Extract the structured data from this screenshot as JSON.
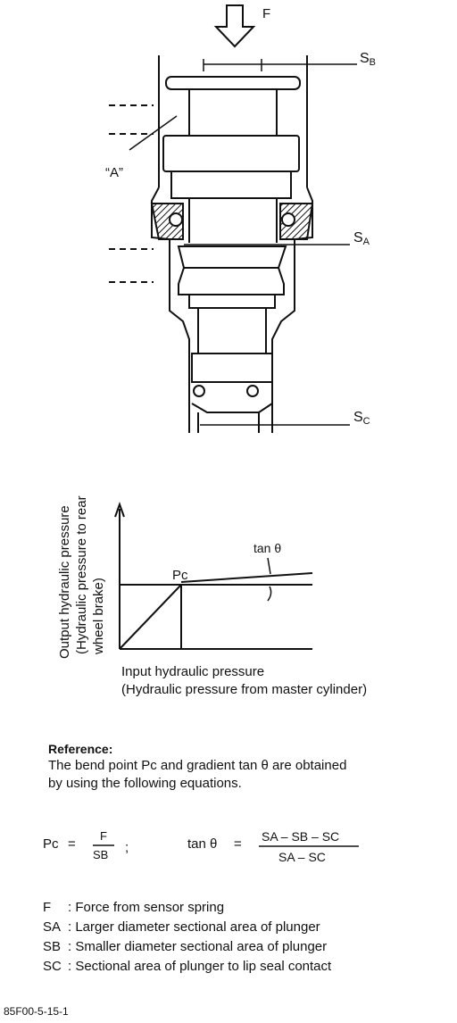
{
  "diagram": {
    "force_label": "F",
    "sb_label": "S",
    "sb_sub": "B",
    "sa_label": "S",
    "sa_sub": "A",
    "sc_label": "S",
    "sc_sub": "C",
    "part_a_label": "“A”"
  },
  "graph": {
    "ylabel_line1": "Output hydraulic pressure",
    "ylabel_line2": "(Hydraulic pressure to rear",
    "ylabel_line3": "wheel brake)",
    "xlabel_line1": "Input hydraulic pressure",
    "xlabel_line2": "(Hydraulic pressure from master cylinder)",
    "pc_label": "Pc",
    "tan_label": "tan θ"
  },
  "reference": {
    "title": "Reference:",
    "line1": "The bend point Pc and gradient tan θ are obtained",
    "line2": "by using the following equations."
  },
  "equations": {
    "pc_lhs": "Pc",
    "pc_num": "F",
    "pc_den": "SB",
    "tan_lhs": "tan θ",
    "tan_num": "SA – SB – SC",
    "tan_den": "SA – SC"
  },
  "legend": [
    {
      "key": "F",
      "text": ": Force from sensor spring"
    },
    {
      "key": "SA",
      "text": ": Larger diameter sectional area of plunger"
    },
    {
      "key": "SB",
      "text": ": Smaller diameter sectional area of plunger"
    },
    {
      "key": "SC",
      "text": ": Sectional area of plunger to lip seal contact"
    }
  ],
  "figure_code": "85F00-5-15-1"
}
